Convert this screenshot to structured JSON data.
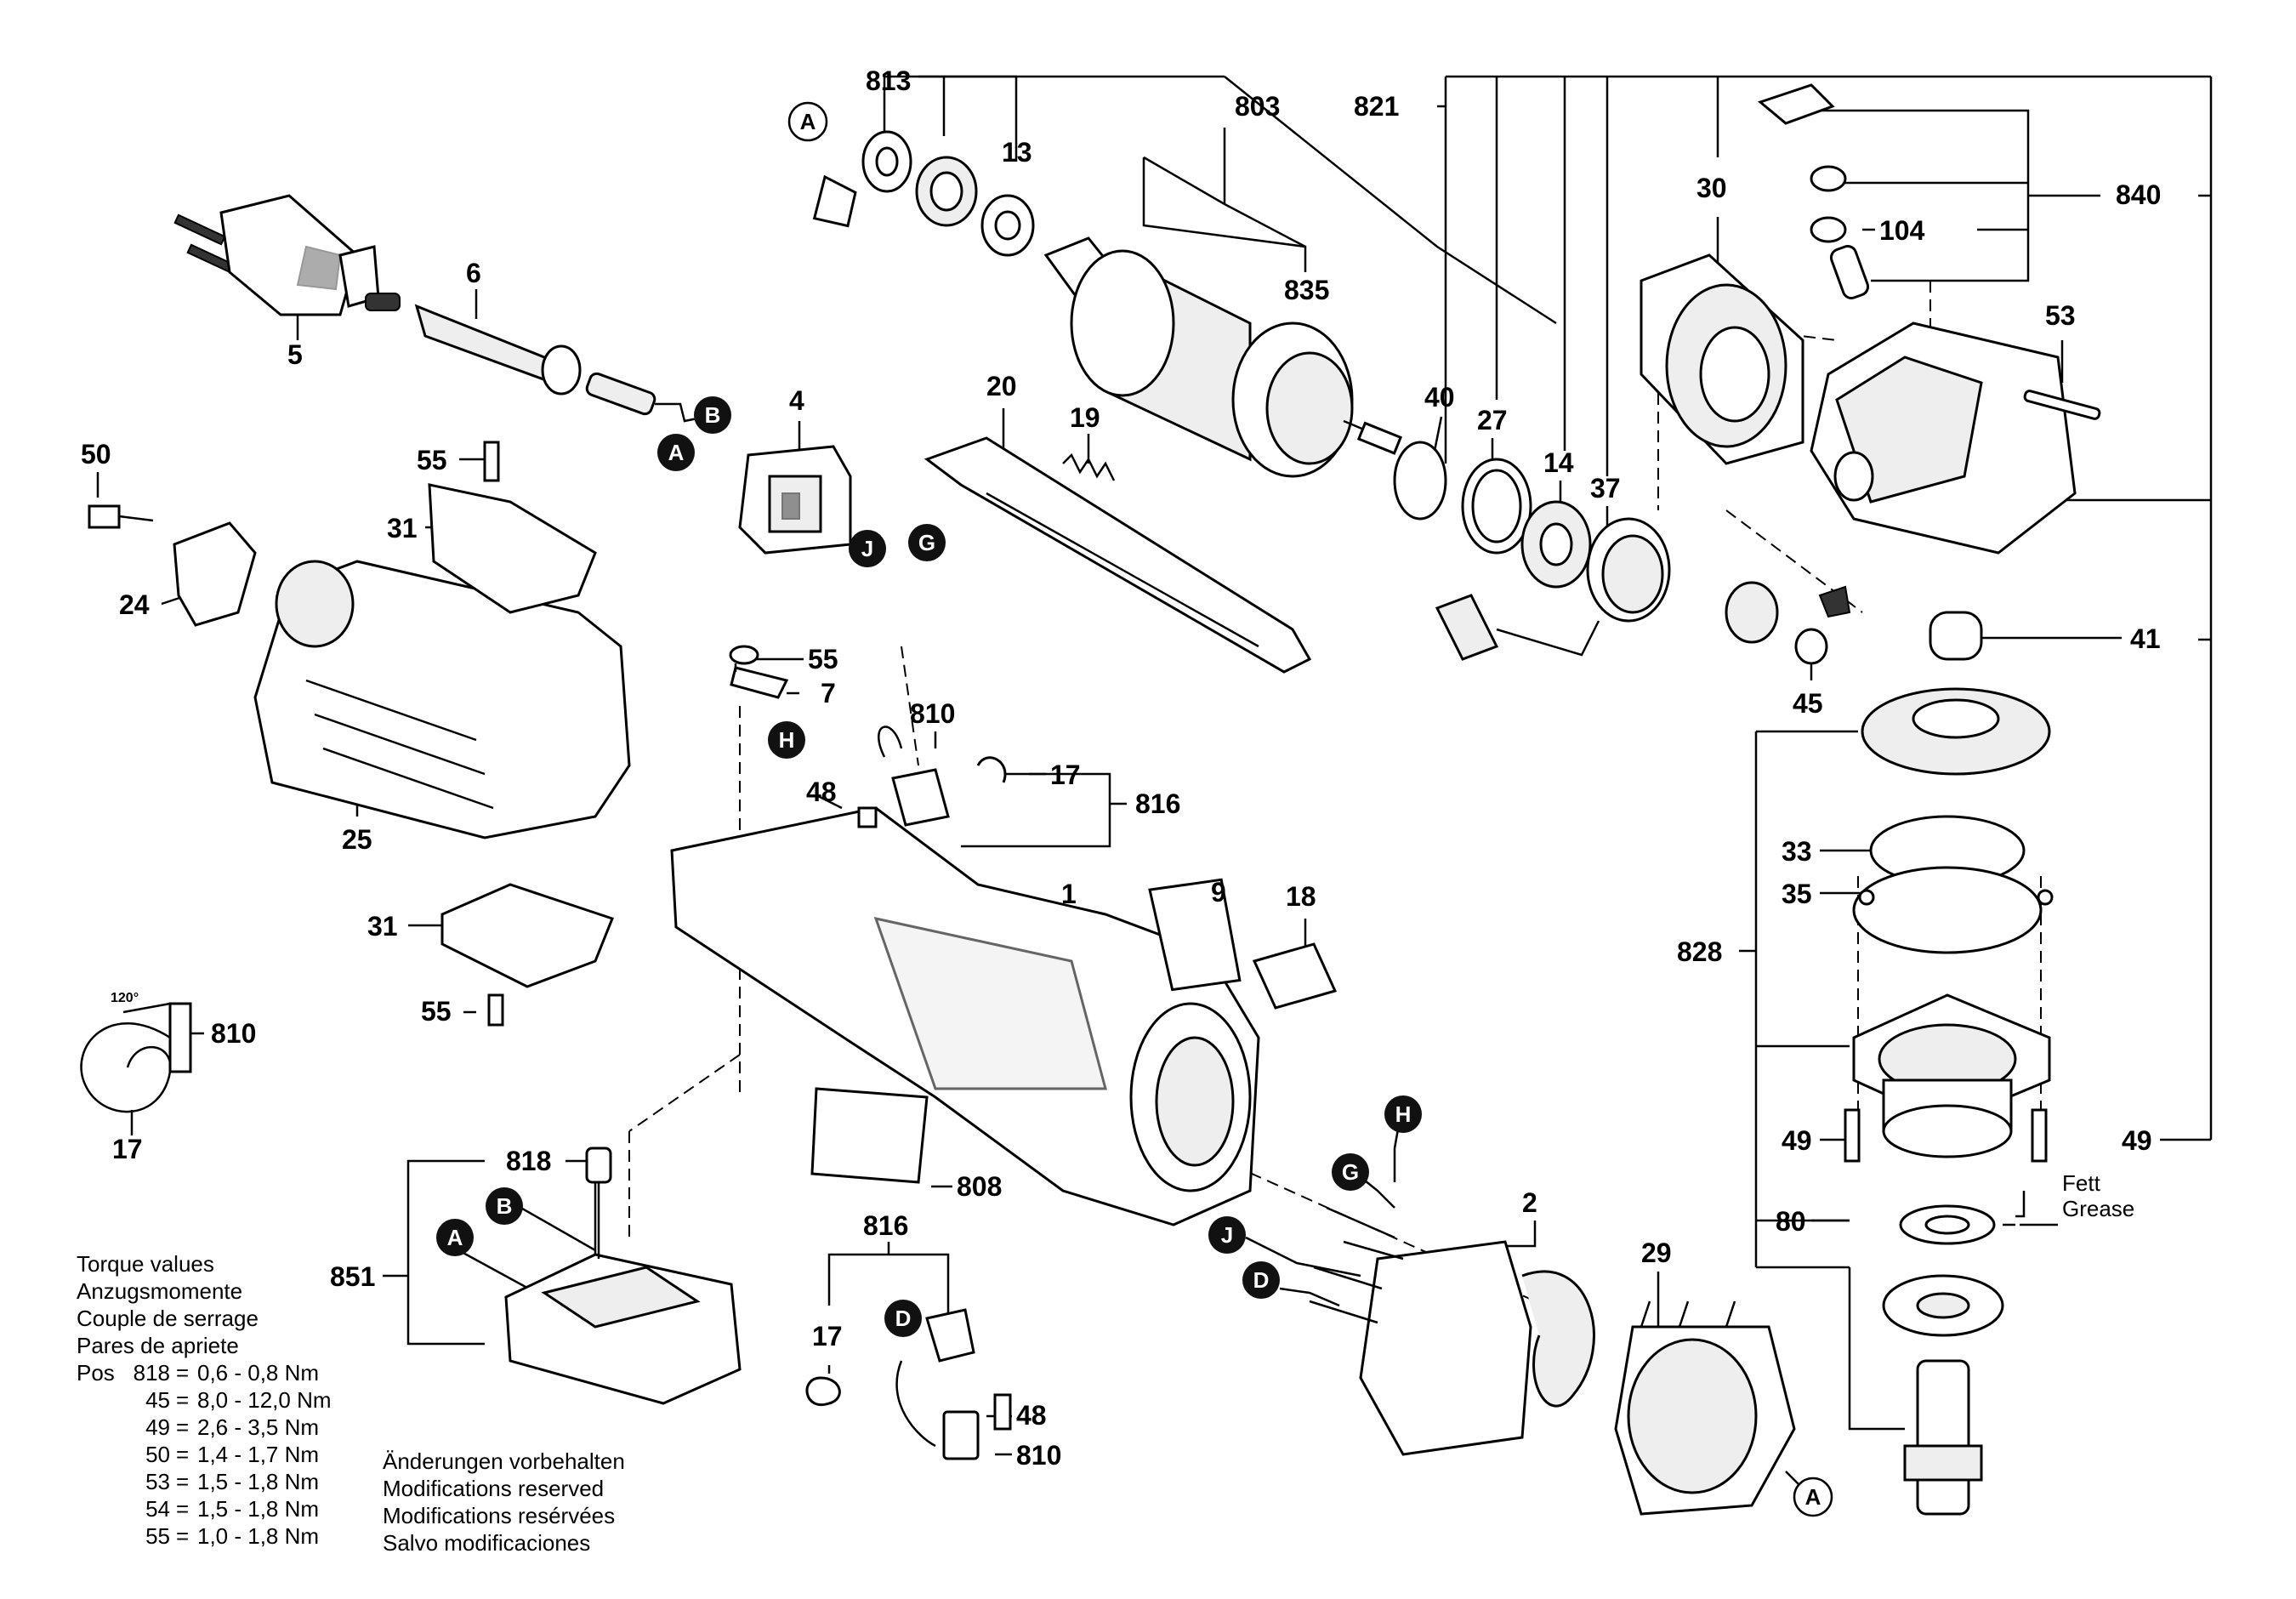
{
  "labels": {
    "p813": "813",
    "p803": "803",
    "p821": "821",
    "p13": "13",
    "p835": "835",
    "p30": "30",
    "p840": "840",
    "p104": "104",
    "p53": "53",
    "p6": "6",
    "p5": "5",
    "p4": "4",
    "p20": "20",
    "p19": "19",
    "p40": "40",
    "p27": "27",
    "p14": "14",
    "p37": "37",
    "p50": "50",
    "p55a": "55",
    "p31a": "31",
    "p24": "24",
    "p25": "25",
    "p55b": "55",
    "p7": "7",
    "p810a": "810",
    "p17a": "17",
    "p816a": "816",
    "p48a": "48",
    "p1": "1",
    "p9": "9",
    "p18": "18",
    "p31b": "31",
    "p55c": "55",
    "p810b": "810",
    "p17b": "17",
    "p41": "41",
    "p45": "45",
    "p33": "33",
    "p35": "35",
    "p828": "828",
    "p49a": "49",
    "p49b": "49",
    "p80": "80",
    "p818": "818",
    "p851": "851",
    "p808": "808",
    "p2": "2",
    "p29": "29",
    "p816b": "816",
    "p17c": "17",
    "p48b": "48",
    "p810c": "810",
    "angle": "120°"
  },
  "badges": {
    "A": "A",
    "B": "B",
    "G": "G",
    "H": "H",
    "J": "J",
    "D": "D"
  },
  "grease": {
    "line1": "Fett",
    "line2": "Grease"
  },
  "torque": {
    "heading": [
      "Torque values",
      "Anzugsmomente",
      "Couple de serrage",
      "Pares de apriete"
    ],
    "rows": [
      {
        "prefix": "Pos",
        "pos": "818",
        "value": "0,6 - 0,8 Nm"
      },
      {
        "prefix": "",
        "pos": "45",
        "value": "8,0 - 12,0 Nm"
      },
      {
        "prefix": "",
        "pos": "49",
        "value": "2,6 - 3,5 Nm"
      },
      {
        "prefix": "",
        "pos": "50",
        "value": "1,4 - 1,7 Nm"
      },
      {
        "prefix": "",
        "pos": "53",
        "value": "1,5 - 1,8 Nm"
      },
      {
        "prefix": "",
        "pos": "54",
        "value": "1,5 - 1,8 Nm"
      },
      {
        "prefix": "",
        "pos": "55",
        "value": "1,0 - 1,8 Nm"
      }
    ]
  },
  "disclaimer": [
    "Änderungen vorbehalten",
    "Modifications reserved",
    "Modifications resérvées",
    "Salvo modificaciones"
  ]
}
